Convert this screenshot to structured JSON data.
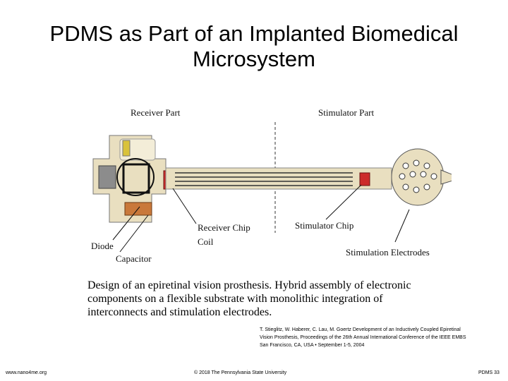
{
  "slide": {
    "title_line1": "PDMS as Part of an Implanted Biomedical",
    "title_line2": "Microsystem"
  },
  "figure": {
    "labels": {
      "receiver_part": "Receiver Part",
      "stimulator_part": "Stimulator Part",
      "receiver_chip": "Receiver Chip",
      "coil": "Coil",
      "stimulator_chip": "Stimulator Chip",
      "diode": "Diode",
      "capacitor": "Capacitor",
      "stimulation_electrodes": "Stimulation Electrodes"
    },
    "caption_line1": "Design of an epiretinal vision prosthesis. Hybrid assembly of electronic",
    "caption_line2": "components on a flexible substrate with monolithic integration of",
    "caption_line3": "interconnects and stimulation electrodes."
  },
  "reference": {
    "line1": "T. Stieglitz, W. Haberer, C. Lau, M. Goertz Development of an Inductively Coupled Epiretinal",
    "line2": "Vision Prosthesis, Proceedings of the 26th Annual International Conference of the IEEE EMBS",
    "line3": "San Francisco, CA, USA • September 1-5, 2004"
  },
  "footer": {
    "website": "www.nano4me.org",
    "copyright": "© 2018 The Pennsylvania State University",
    "page": "PDMS 33"
  },
  "colors": {
    "substrate": "#e9dfc0",
    "chip": "#cc2b2b",
    "capacitor": "#c9783a",
    "diode": "#8c8c8c",
    "gold": "#d9c23a"
  }
}
